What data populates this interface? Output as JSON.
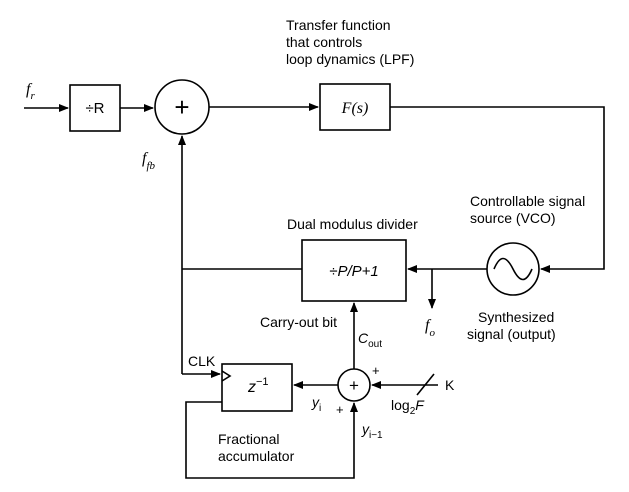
{
  "labels": {
    "transfer_line1": "Transfer function",
    "transfer_line2": "that controls",
    "transfer_line3": "loop dynamics (LPF)",
    "input_main": "f",
    "input_sub": "r",
    "divider_r": "÷R",
    "summer_sign": "+",
    "filter_block": "F(s)",
    "feedback_main": "f",
    "feedback_sub": "fb",
    "vco_line1": "Controllable signal",
    "vco_line2": "source (VCO)",
    "dual_modulus_title": "Dual modulus divider",
    "dual_modulus_block": "÷P/P+1",
    "output_main": "f",
    "output_sub": "o",
    "synth_line1": "Synthesized",
    "synth_line2": "signal (output)",
    "carry_out": "Carry-out bit",
    "cout_main": "C",
    "cout_sub": "out",
    "clk": "CLK",
    "delay_main": "z",
    "delay_sup": "−1",
    "adder_plus_top": "+",
    "adder_plus_bottom": "+",
    "adder_sign": "+",
    "yi_main": "y",
    "yi_sub": "i",
    "yi1_main": "y",
    "yi1_sub": "i−1",
    "log_main": "log",
    "log_sub": "2",
    "log_var": "F",
    "k_label": "K",
    "frac_line1": "Fractional",
    "frac_line2": "accumulator"
  },
  "colors": {
    "stroke": "#000000",
    "background": "#ffffff"
  }
}
